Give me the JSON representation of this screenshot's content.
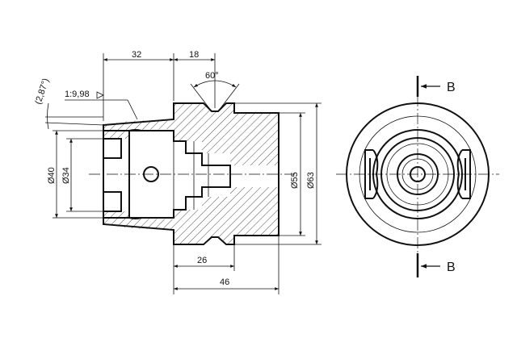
{
  "drawing": {
    "dimensions": {
      "d32": "32",
      "d18": "18",
      "angle": "60°",
      "taper": "1:9,98",
      "taper_angle": "(2,87°)",
      "dia40": "Ø40",
      "dia34": "Ø34",
      "dia55": "Ø55",
      "dia63": "Ø63",
      "d26": "26",
      "d46": "46"
    },
    "section_marker": "B"
  }
}
